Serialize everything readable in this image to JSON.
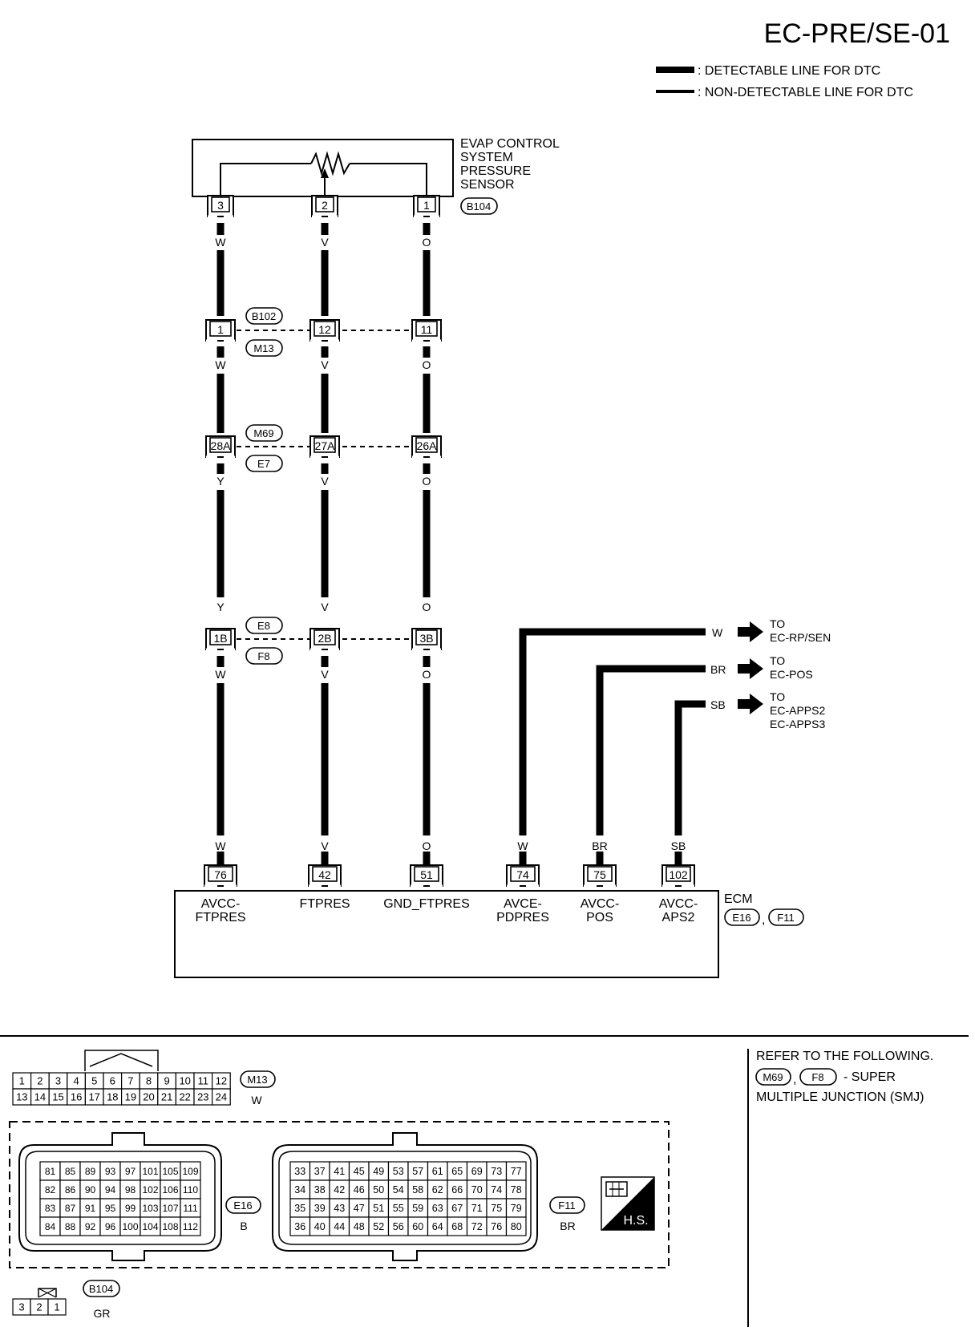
{
  "page_id": "EC-PRE/SE-01",
  "legend": {
    "detectable": ": DETECTABLE LINE FOR DTC",
    "non_detectable": ": NON-DETECTABLE LINE FOR DTC"
  },
  "sensor": {
    "name_lines": [
      "EVAP CONTROL",
      "SYSTEM",
      "PRESSURE",
      "SENSOR"
    ],
    "connector": "B104",
    "pins": [
      "3",
      "2",
      "1"
    ]
  },
  "wire_colors": {
    "col1": [
      "W",
      "W",
      "Y",
      "Y",
      "W",
      "W"
    ],
    "col2": [
      "V",
      "V",
      "V",
      "V",
      "V",
      "V"
    ],
    "col3": [
      "O",
      "O",
      "O",
      "O",
      "O",
      "O"
    ]
  },
  "junction1": {
    "top": "B102",
    "bottom": "M13",
    "pins": [
      "1",
      "12",
      "11"
    ]
  },
  "junction2": {
    "top": "M69",
    "bottom": "E7",
    "pins": [
      "28A",
      "27A",
      "26A"
    ]
  },
  "junction3": {
    "top": "E8",
    "bottom": "F8",
    "pins": [
      "1B",
      "2B",
      "3B"
    ]
  },
  "branches": [
    {
      "color": "W",
      "to": "TO",
      "targets": [
        "EC-RP/SEN"
      ]
    },
    {
      "color": "BR",
      "to": "TO",
      "targets": [
        "EC-POS"
      ]
    },
    {
      "color": "SB",
      "to": "TO",
      "targets": [
        "EC-APPS2",
        "EC-APPS3"
      ]
    }
  ],
  "ecm": {
    "name": "ECM",
    "connectors": [
      "E16",
      "F11"
    ],
    "comma": ",",
    "terminals": [
      {
        "pin": "76",
        "color": "W",
        "name_lines": [
          "AVCC-",
          "FTPRES"
        ]
      },
      {
        "pin": "42",
        "color": "V",
        "name_lines": [
          "FTPRES"
        ]
      },
      {
        "pin": "51",
        "color": "O",
        "name_lines": [
          "GND_FTPRES"
        ]
      },
      {
        "pin": "74",
        "color": "W",
        "name_lines": [
          "AVCE-",
          "PDPRES"
        ]
      },
      {
        "pin": "75",
        "color": "BR",
        "name_lines": [
          "AVCC-",
          "POS"
        ]
      },
      {
        "pin": "102",
        "color": "SB",
        "name_lines": [
          "AVCC-",
          "APS2"
        ]
      }
    ]
  },
  "connector_views": {
    "m13": {
      "id": "M13",
      "color": "W",
      "row1": [
        "1",
        "2",
        "3",
        "4",
        "5",
        "6",
        "7",
        "8",
        "9",
        "10",
        "11",
        "12"
      ],
      "row2": [
        "13",
        "14",
        "15",
        "16",
        "17",
        "18",
        "19",
        "20",
        "21",
        "22",
        "23",
        "24"
      ]
    },
    "e16": {
      "id": "E16",
      "color": "B",
      "rows": [
        [
          "81",
          "85",
          "89",
          "93",
          "97",
          "101",
          "105",
          "109"
        ],
        [
          "82",
          "86",
          "90",
          "94",
          "98",
          "102",
          "106",
          "110"
        ],
        [
          "83",
          "87",
          "91",
          "95",
          "99",
          "103",
          "107",
          "111"
        ],
        [
          "84",
          "88",
          "92",
          "96",
          "100",
          "104",
          "108",
          "112"
        ]
      ]
    },
    "f11": {
      "id": "F11",
      "color": "BR",
      "rows": [
        [
          "33",
          "37",
          "41",
          "45",
          "49",
          "53",
          "57",
          "61",
          "65",
          "69",
          "73",
          "77"
        ],
        [
          "34",
          "38",
          "42",
          "46",
          "50",
          "54",
          "58",
          "62",
          "66",
          "70",
          "74",
          "78"
        ],
        [
          "35",
          "39",
          "43",
          "47",
          "51",
          "55",
          "59",
          "63",
          "67",
          "71",
          "75",
          "79"
        ],
        [
          "36",
          "40",
          "44",
          "48",
          "52",
          "56",
          "60",
          "64",
          "68",
          "72",
          "76",
          "80"
        ]
      ]
    },
    "b104": {
      "id": "B104",
      "color": "GR",
      "pins": [
        "3",
        "2",
        "1"
      ]
    },
    "hs_label": "H.S."
  },
  "note": {
    "line1": "REFER TO THE FOLLOWING.",
    "conn_a": "M69",
    "comma": ",",
    "conn_b": "F8",
    "line2_suffix": "- SUPER",
    "line3": "MULTIPLE JUNCTION (SMJ)"
  }
}
